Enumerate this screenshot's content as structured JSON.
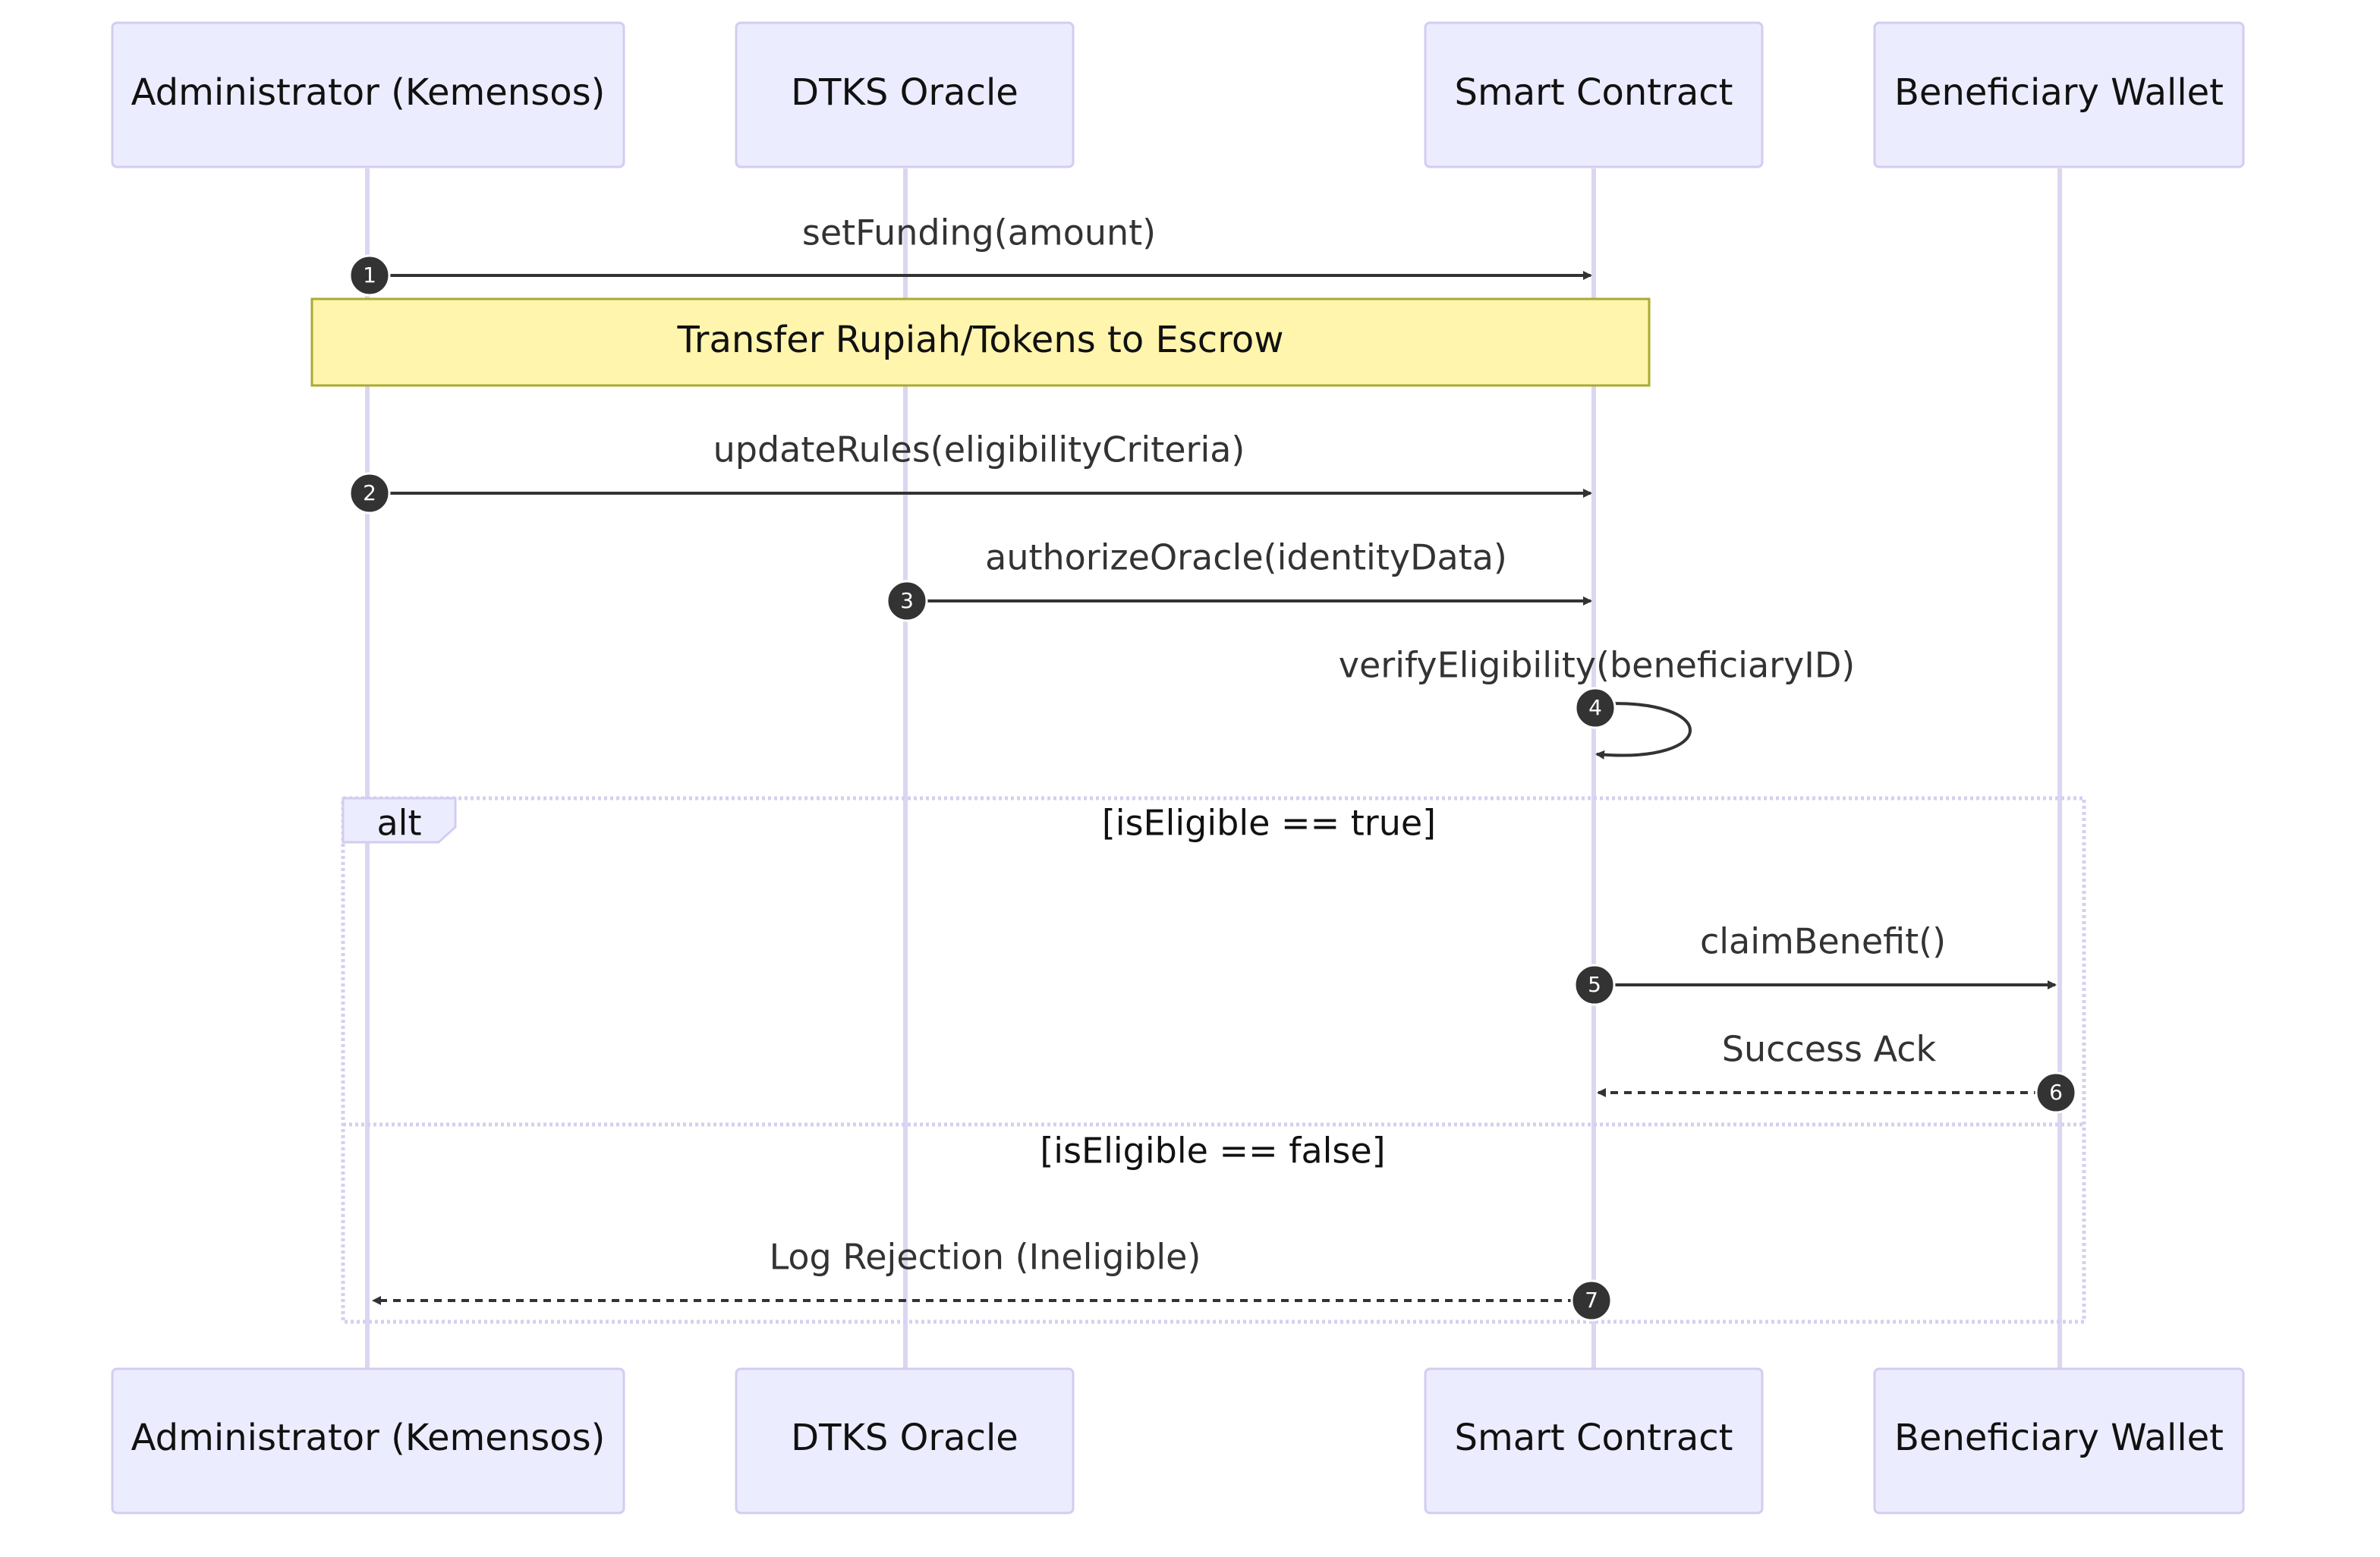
{
  "actors": [
    {
      "id": "admin",
      "label": "Administrator (Kemensos)"
    },
    {
      "id": "oracle",
      "label": "DTKS Oracle"
    },
    {
      "id": "contract",
      "label": "Smart Contract"
    },
    {
      "id": "wallet",
      "label": "Beneficiary Wallet"
    }
  ],
  "messages": [
    {
      "seq": "1",
      "label": "setFunding(amount)",
      "from": "admin",
      "to": "contract",
      "style": "solid"
    },
    {
      "seq": "2",
      "label": "updateRules(eligibilityCriteria)",
      "from": "admin",
      "to": "contract",
      "style": "solid"
    },
    {
      "seq": "3",
      "label": "authorizeOracle(identityData)",
      "from": "oracle",
      "to": "contract",
      "style": "solid"
    },
    {
      "seq": "4",
      "label": "verifyEligibility(beneficiaryID)",
      "from": "contract",
      "to": "contract",
      "style": "self"
    },
    {
      "seq": "5",
      "label": "claimBenefit()",
      "from": "contract",
      "to": "wallet",
      "style": "solid"
    },
    {
      "seq": "6",
      "label": "Success Ack",
      "from": "wallet",
      "to": "contract",
      "style": "dashed"
    },
    {
      "seq": "7",
      "label": "Log Rejection (Ineligible)",
      "from": "contract",
      "to": "admin",
      "style": "dashed"
    }
  ],
  "note": {
    "text": "Transfer Rupiah/Tokens to Escrow"
  },
  "alt": {
    "label": "alt",
    "condition_true": "[isEligible == true]",
    "condition_false": "[isEligible == false]"
  },
  "colors": {
    "actor_fill": "#ececff",
    "actor_border": "#d4ccf0",
    "lifeline": "#dcd6f2",
    "note_fill": "#fff5ad",
    "note_border": "#aaaa33",
    "line": "#333333"
  }
}
